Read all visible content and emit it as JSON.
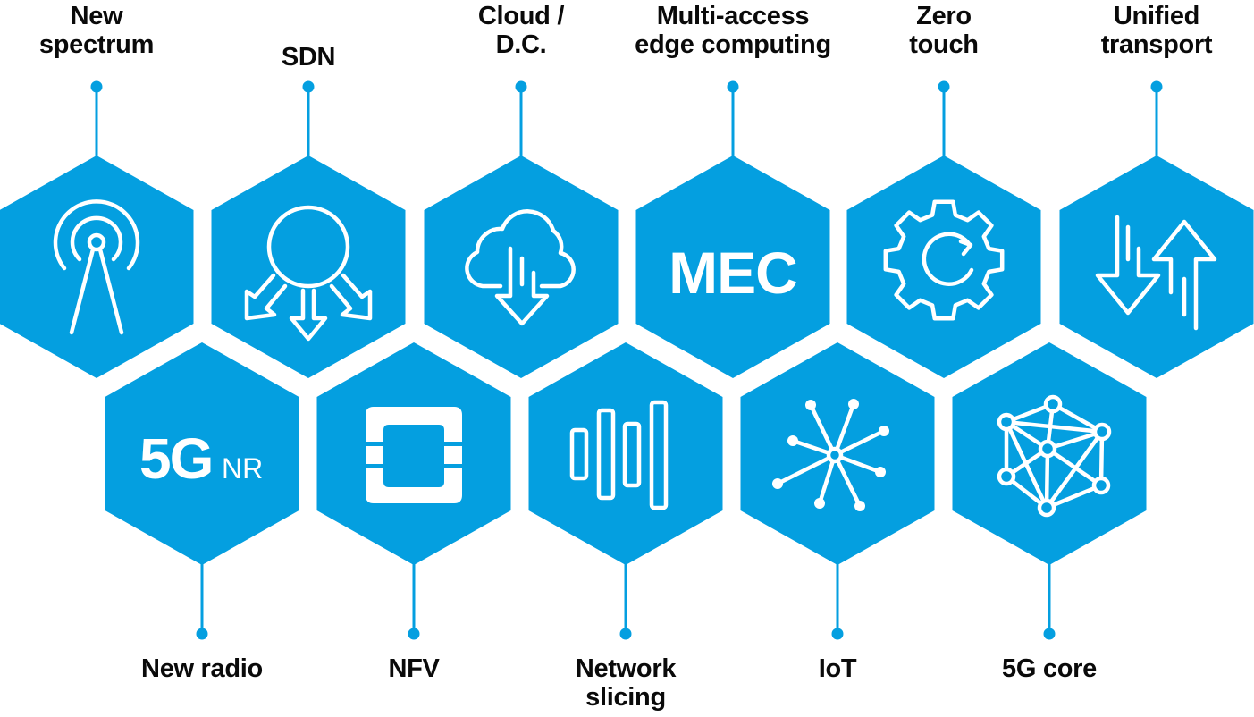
{
  "colors": {
    "hex_fill": "#049FE0",
    "icon": "#FFFFFF",
    "label_text": "#0A0A0A"
  },
  "top_row": [
    {
      "label": "New\nspectrum",
      "icon": "antenna-icon"
    },
    {
      "label": "SDN",
      "icon": "sdn-distribution-icon"
    },
    {
      "label": "Cloud /\nD.C.",
      "icon": "cloud-download-icon"
    },
    {
      "label": "Multi-access\nedge computing",
      "icon": "mec-text-icon",
      "icon_text": "MEC"
    },
    {
      "label": "Zero\ntouch",
      "icon": "gear-refresh-icon"
    },
    {
      "label": "Unified\ntransport",
      "icon": "up-down-arrows-icon"
    }
  ],
  "bottom_row": [
    {
      "label": "New radio",
      "icon": "5g-nr-icon",
      "icon_text": "5G",
      "icon_subtext": "NR"
    },
    {
      "label": "NFV",
      "icon": "nfv-openstack-icon"
    },
    {
      "label": "Network\nslicing",
      "icon": "slicing-bars-icon"
    },
    {
      "label": "IoT",
      "icon": "iot-hub-icon"
    },
    {
      "label": "5G core",
      "icon": "network-mesh-icon"
    }
  ]
}
